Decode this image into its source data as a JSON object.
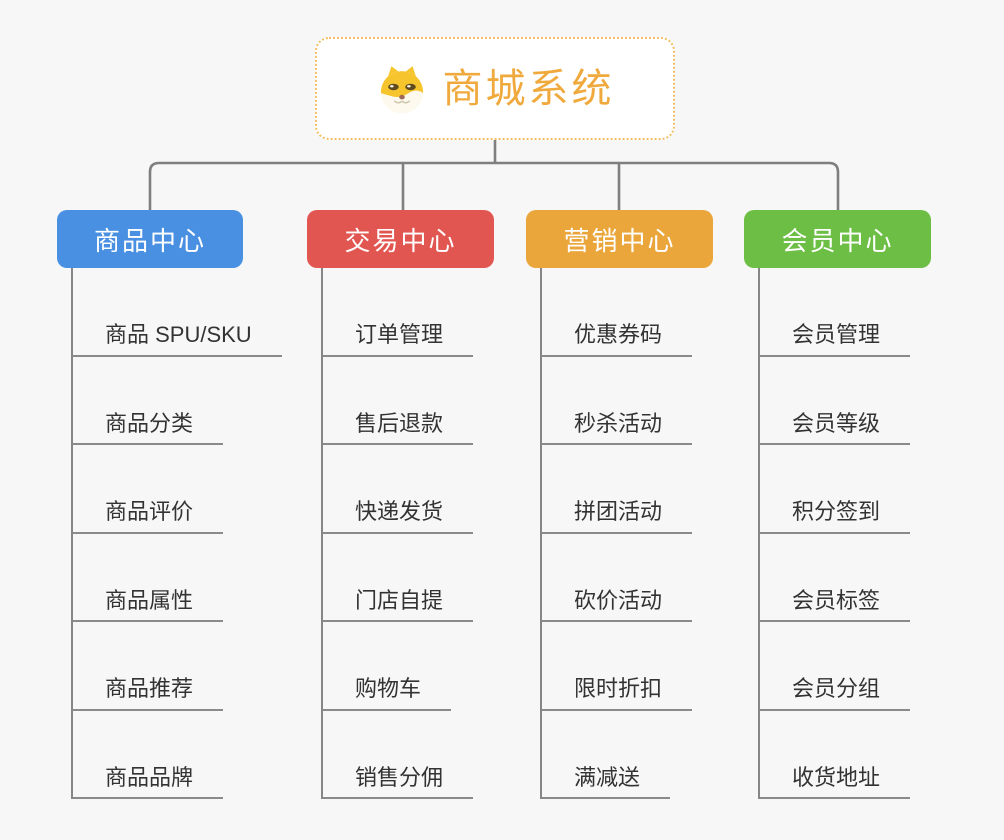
{
  "root": {
    "title": "商城系统",
    "icon": "dog-face-icon",
    "accent_color": "#f0a93c",
    "border_color": "#f2c063"
  },
  "connector_color": "#7f7f7f",
  "background_color": "#f7f7f8",
  "columns": [
    {
      "label": "商品中心",
      "color": "#4a90e2",
      "items": [
        "商品 SPU/SKU",
        "商品分类",
        "商品评价",
        "商品属性",
        "商品推荐",
        "商品品牌"
      ]
    },
    {
      "label": "交易中心",
      "color": "#e25652",
      "items": [
        "订单管理",
        "售后退款",
        "快递发货",
        "门店自提",
        "购物车",
        "销售分佣"
      ]
    },
    {
      "label": "营销中心",
      "color": "#eba63b",
      "items": [
        "优惠券码",
        "秒杀活动",
        "拼团活动",
        "砍价活动",
        "限时折扣",
        "满减送"
      ]
    },
    {
      "label": "会员中心",
      "color": "#6cbe44",
      "items": [
        "会员管理",
        "会员等级",
        "积分签到",
        "会员标签",
        "会员分组",
        "收货地址"
      ]
    }
  ]
}
